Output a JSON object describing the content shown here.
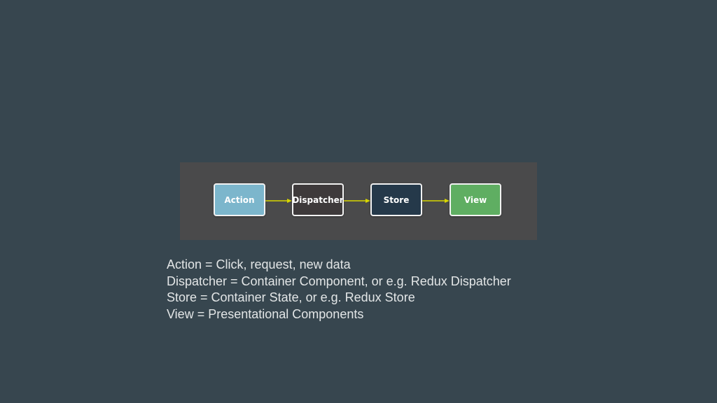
{
  "colors": {
    "background": "#37464f",
    "panel": "#4a4a4b",
    "arrow": "#d8d600",
    "node_border": "#f2f2f2"
  },
  "diagram": {
    "nodes": [
      {
        "label": "Action",
        "color": "#7cb6cc"
      },
      {
        "label": "Dispatcher",
        "color": "#3e3a3b"
      },
      {
        "label": "Store",
        "color": "#25394a"
      },
      {
        "label": "View",
        "color": "#5fae62"
      }
    ]
  },
  "legend": {
    "lines": [
      "Action = Click, request, new data",
      "Dispatcher = Container Component, or e.g. Redux Dispatcher",
      "Store = Container State, or e.g. Redux Store",
      "View = Presentational Components"
    ]
  }
}
